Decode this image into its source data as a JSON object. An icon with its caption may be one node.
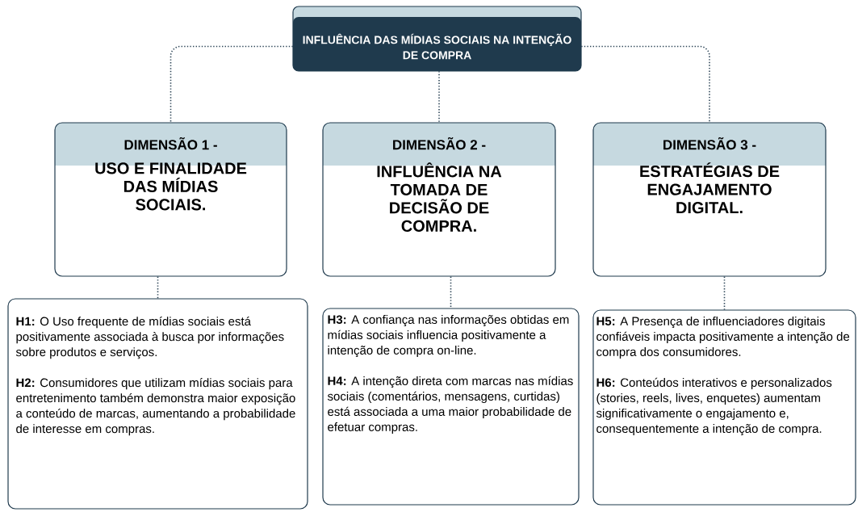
{
  "diagram": {
    "nodes": [
      {
        "text": [
          "INFLUÊNCIA DAS MÍDIAS SOCIAIS NA INTENÇÃO DE COMPRA"
        ]
      },
      {
        "text": [
          "DIMENSÃO 1 -",
          "USO E FINALIDADE DAS MÍDIAS SOCIAIS."
        ]
      },
      {
        "text": [
          "DIMENSÃO 2 -",
          "INFLUÊNCIA NA TOMADA DE DECISÃO DE COMPRA."
        ]
      },
      {
        "text": [
          "DIMENSÃO 3 -",
          "ESTRATÉGIAS DE ENGAJAMENTO DIGITAL."
        ]
      },
      {
        "text": [
          "**H1:** O Uso frequente de mídias sociais está positivamente associada à busca por informações sobre produtos e serviços.",
          "**H2:** Consumidores que utilizam mídias sociais para entretenimento também demonstra maior exposição a conteúdo de marcas, aumentando a probabilidade de interesse em compras."
        ]
      },
      {
        "text": [
          "**H3:** A confiança nas informações obtidas em mídias sociais influencia positivamente a intenção de compra on-line.",
          "**H4:** A intenção direta com marcas nas mídias sociais (comentários, mensagens, curtidas) está associada a uma maior probabilidade de efetuar compras."
        ]
      },
      {
        "text": [
          "**H5:** A Presença de influenciadores digitais confiáveis impacta positivamente a intenção de compra dos consumidores.",
          "**H6:** Conteúdos interativos e personalizados (stories, reels, lives, enquetes) aumentam significativamente o engajamento e, consequentemente a intenção de compra."
        ]
      }
    ],
    "edges": [
      {
        "from": 0,
        "to": 1,
        "arrow": "none"
      },
      {
        "from": 0,
        "to": 2,
        "arrow": "none"
      },
      {
        "from": 0,
        "to": 3,
        "arrow": "none"
      },
      {
        "from": 1,
        "to": 4,
        "arrow": "none"
      },
      {
        "from": 2,
        "to": 5,
        "arrow": "none"
      },
      {
        "from": 3,
        "to": 6,
        "arrow": "none"
      }
    ]
  }
}
